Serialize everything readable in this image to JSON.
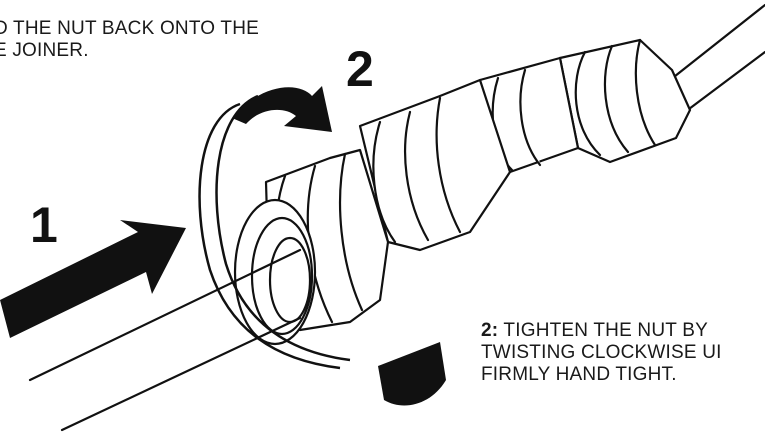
{
  "step1": {
    "number": "1",
    "caption_line1": "D THE NUT BACK ONTO THE",
    "caption_line2": "E JOINER."
  },
  "step2": {
    "number": "2",
    "caption_bold": "2:",
    "caption_line1_rest": " TIGHTEN THE NUT BY",
    "caption_line2": "TWISTING CLOCKWISE UI",
    "caption_line3": "FIRMLY HAND TIGHT."
  },
  "colors": {
    "ink": "#111111",
    "paper": "#ffffff"
  }
}
